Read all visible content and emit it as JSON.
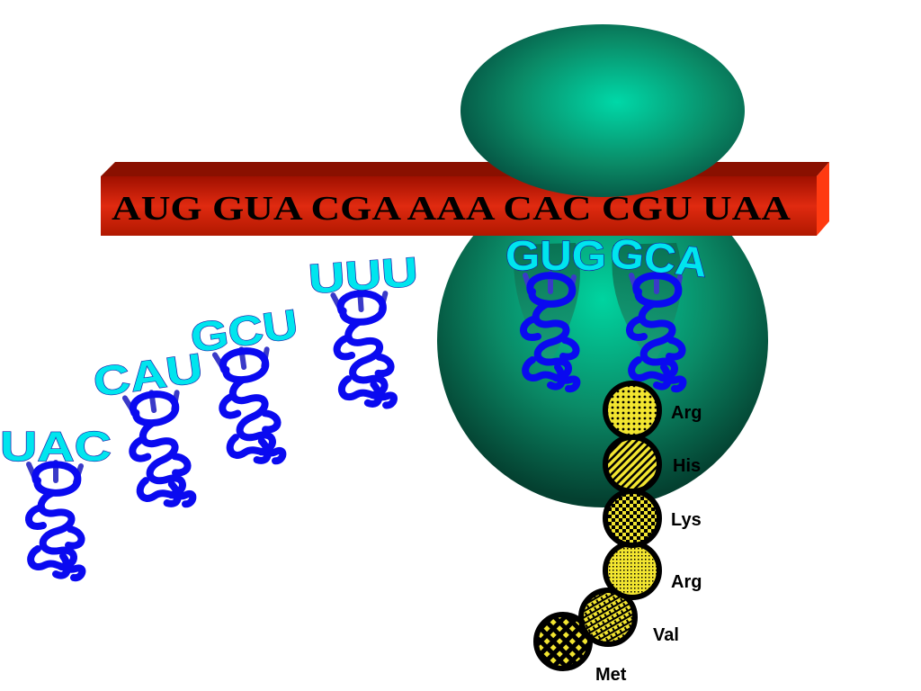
{
  "mrna": {
    "sequence": "AUG GUA CGA AAA CAC CGU UAA"
  },
  "free_trnas": [
    {
      "anticodon": "UAC"
    },
    {
      "anticodon": "CAU"
    },
    {
      "anticodon": "GCU"
    },
    {
      "anticodon": "UUU"
    }
  ],
  "bound_trnas": [
    {
      "anticodon": "GUG"
    },
    {
      "anticodon": "GCA"
    }
  ],
  "peptide_chain": [
    {
      "amino_acid": "Met"
    },
    {
      "amino_acid": "Val"
    },
    {
      "amino_acid": "Arg"
    },
    {
      "amino_acid": "Lys"
    },
    {
      "amino_acid": "His"
    },
    {
      "amino_acid": "Arg"
    }
  ],
  "colors": {
    "ribosome": "#0a7a5a",
    "ribosome_highlight": "#00d4a0",
    "mrna_bar": "#c01a0a",
    "trna": "#0a0af0",
    "anticodon": "#00e5ee",
    "amino_acid_fill": "#f2e530"
  }
}
